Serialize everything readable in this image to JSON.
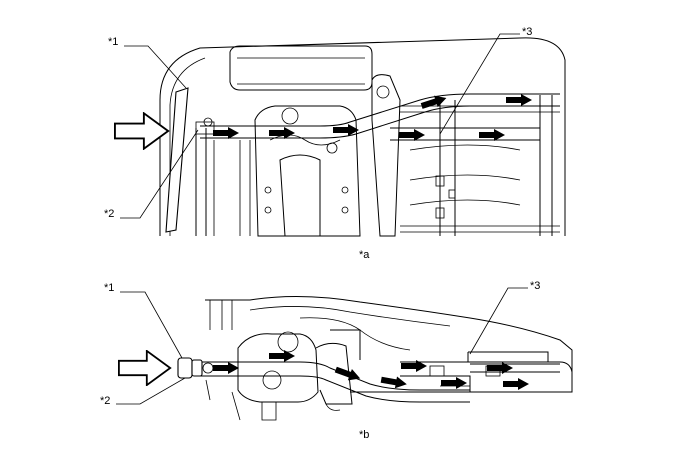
{
  "views": [
    {
      "id": "a",
      "caption": "*a",
      "callouts": [
        "*1",
        "*2",
        "*3"
      ]
    },
    {
      "id": "b",
      "caption": "*b",
      "callouts": [
        "*1",
        "*2",
        "*3"
      ]
    }
  ],
  "icons": {
    "flow_arrow": "solid-black-arrow-icon",
    "input_arrow": "outlined-input-arrow-icon"
  }
}
